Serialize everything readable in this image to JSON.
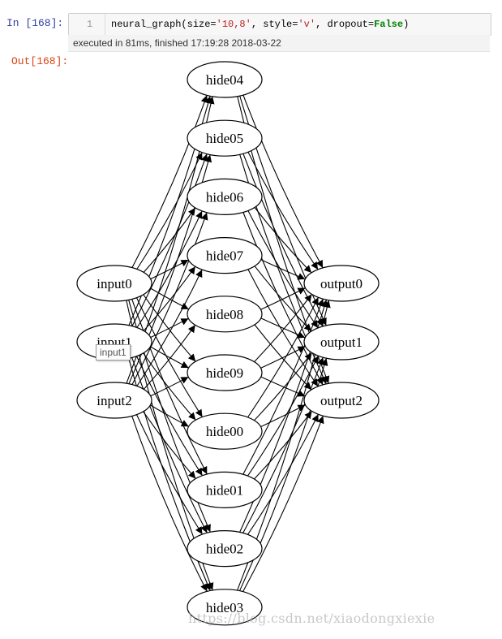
{
  "cell": {
    "in_prompt": "In  [168]:",
    "line_number": "1",
    "code": {
      "fn": "neural_graph(size=",
      "s1": "'10,8'",
      "mid": ", style=",
      "s2": "'v'",
      "mid2": ", dropout=",
      "kw": "False",
      "end": ")"
    },
    "exec_info": "executed in 81ms, finished 17:19:28 2018-03-22",
    "out_prompt": "Out[168]:"
  },
  "graph": {
    "inputs": [
      "input0",
      "input1",
      "input2"
    ],
    "hidden": [
      "hide04",
      "hide05",
      "hide06",
      "hide07",
      "hide08",
      "hide09",
      "hide00",
      "hide01",
      "hide02",
      "hide03"
    ],
    "outputs": [
      "output0",
      "output1",
      "output2"
    ]
  },
  "tooltip": "input1",
  "watermark": "https://blog.csdn.net/xiaodongxiexie"
}
